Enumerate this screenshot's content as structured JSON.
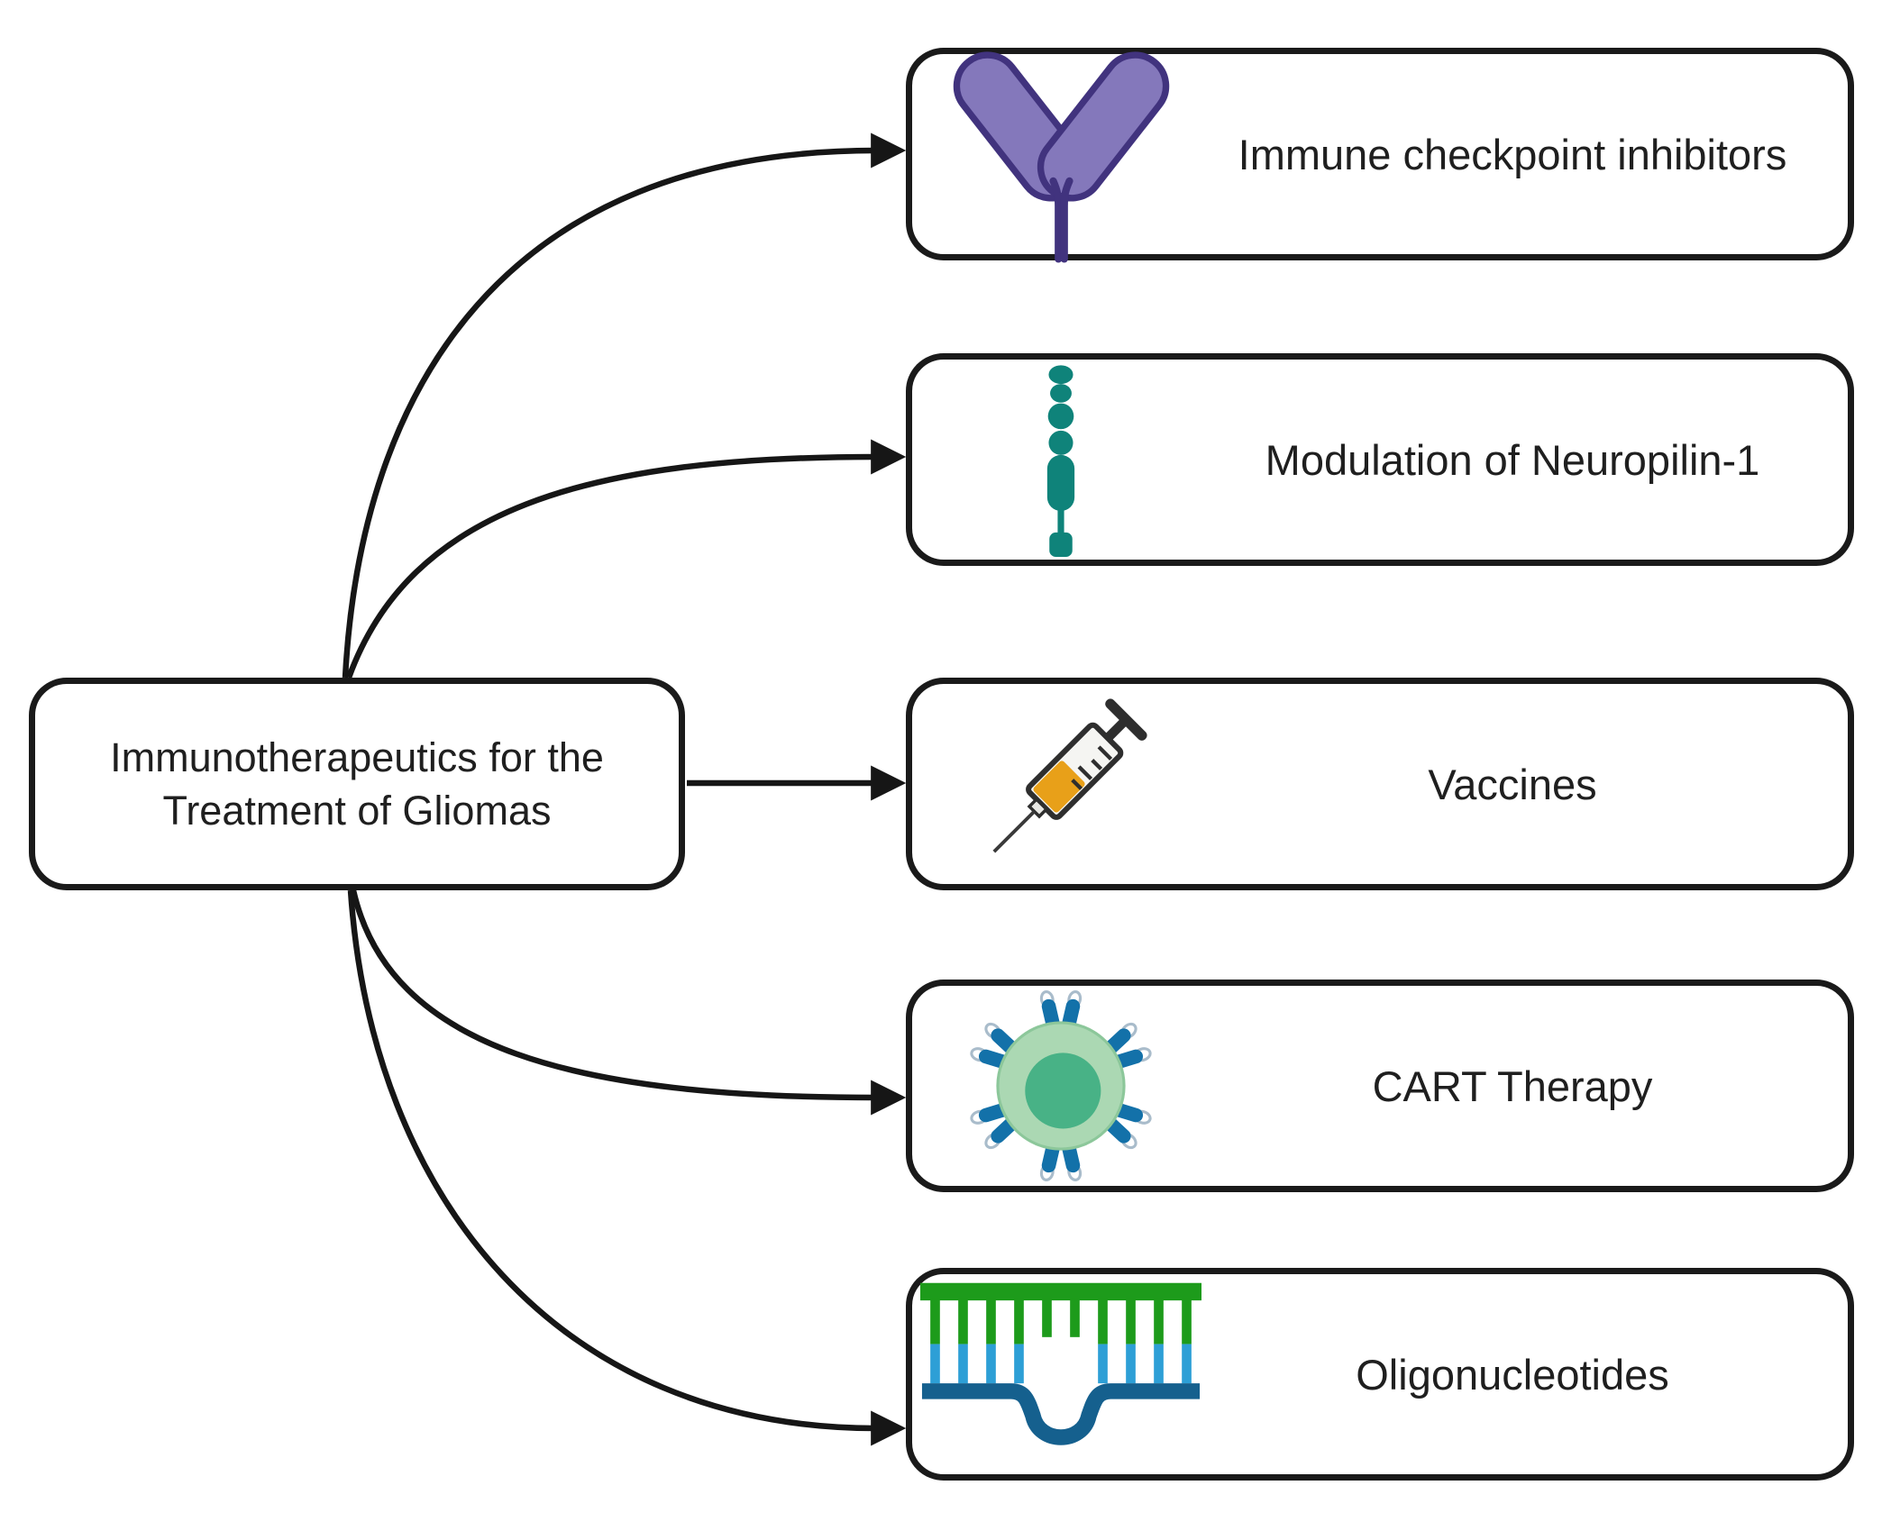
{
  "diagram": {
    "root": {
      "label": "Immunotherapeutics for the Treatment of Gliomas"
    },
    "branches": [
      {
        "label": "Immune checkpoint inhibitors",
        "icon": "antibody-icon",
        "icon_color": "#8478bb"
      },
      {
        "label": "Modulation of Neuropilin-1",
        "icon": "receptor-chain-icon",
        "icon_color": "#0f837a"
      },
      {
        "label": "Vaccines",
        "icon": "syringe-icon",
        "icon_color": "#e8a019"
      },
      {
        "label": "CART Therapy",
        "icon": "car-t-cell-icon",
        "icon_color": "#48b286"
      },
      {
        "label": "Oligonucleotides",
        "icon": "oligonucleotide-icon",
        "icon_color": "#1d9b1b"
      }
    ],
    "style": {
      "background": "#ffffff",
      "box_border_color": "#1a1a1a",
      "text_color": "#1f1f1f",
      "arrow_color": "#161616"
    }
  }
}
